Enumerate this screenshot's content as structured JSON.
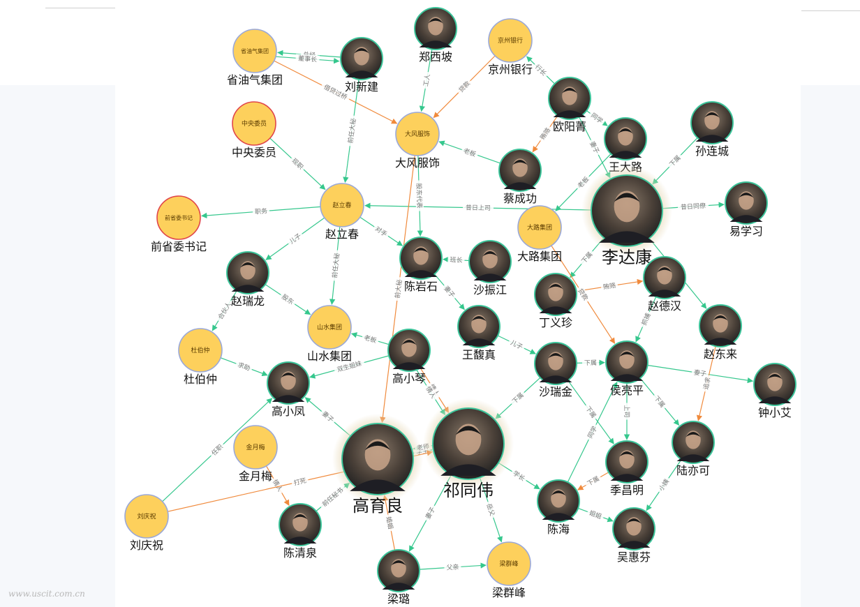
{
  "watermark": "www.uscit.com.cn",
  "colors": {
    "org_fill": "#fdd05c",
    "org_border": "#9aa8d8",
    "org_border_alt": "#e0454a",
    "person_ring": "#3cc49a",
    "person_fill": "#3b3b3b",
    "halo": "#d8c59c",
    "edge_green": "#35c78d",
    "edge_orange": "#f08a3c"
  },
  "nodes": [
    {
      "id": "shengyouqi",
      "label": "省油气集团",
      "kind": "org",
      "inner": "省油气集团"
    },
    {
      "id": "liuxinjian",
      "label": "刘新建",
      "kind": "person"
    },
    {
      "id": "zhengxipo",
      "label": "郑西坡",
      "kind": "person"
    },
    {
      "id": "jingzhou",
      "label": "京州银行",
      "kind": "org",
      "inner": "京州银行"
    },
    {
      "id": "ouyangqing",
      "label": "欧阳菁",
      "kind": "person"
    },
    {
      "id": "sunliancheng",
      "label": "孙连城",
      "kind": "person"
    },
    {
      "id": "zhongyang",
      "label": "中央委员",
      "kind": "org",
      "inner": "中央委员",
      "alt": true
    },
    {
      "id": "dafeng",
      "label": "大风服饰",
      "kind": "org",
      "inner": "大风服饰"
    },
    {
      "id": "caichenggong",
      "label": "蔡成功",
      "kind": "person"
    },
    {
      "id": "wangdalu",
      "label": "王大路",
      "kind": "person"
    },
    {
      "id": "yixuexi",
      "label": "易学习",
      "kind": "person"
    },
    {
      "id": "qiansheng",
      "label": "前省委书记",
      "kind": "org",
      "inner": "前省委书记",
      "alt": true
    },
    {
      "id": "zhaolichun",
      "label": "赵立春",
      "kind": "org",
      "inner": "赵立春"
    },
    {
      "id": "dalu",
      "label": "大路集团",
      "kind": "org",
      "inner": "大路集团"
    },
    {
      "id": "lidakang",
      "label": "李达康",
      "kind": "person",
      "big": true
    },
    {
      "id": "zhaoruilong",
      "label": "赵瑞龙",
      "kind": "person"
    },
    {
      "id": "chenyanshi",
      "label": "陈岩石",
      "kind": "person"
    },
    {
      "id": "shazhenjiang",
      "label": "沙振江",
      "kind": "person"
    },
    {
      "id": "dingyizhen",
      "label": "丁义珍",
      "kind": "person"
    },
    {
      "id": "zhaodehan",
      "label": "赵德汉",
      "kind": "person"
    },
    {
      "id": "shanshui",
      "label": "山水集团",
      "kind": "org",
      "inner": "山水集团"
    },
    {
      "id": "wangfuzhen",
      "label": "王馥真",
      "kind": "person"
    },
    {
      "id": "zhaodonglai",
      "label": "赵东来",
      "kind": "person"
    },
    {
      "id": "duboz",
      "label": "杜伯仲",
      "kind": "org",
      "inner": "杜伯仲"
    },
    {
      "id": "gaoxiaoqin",
      "label": "高小琴",
      "kind": "person"
    },
    {
      "id": "gaoxiaofeng",
      "label": "高小凤",
      "kind": "person"
    },
    {
      "id": "sharuijin",
      "label": "沙瑞金",
      "kind": "person"
    },
    {
      "id": "houliangping",
      "label": "侯亮平",
      "kind": "person"
    },
    {
      "id": "zhongxiaoai",
      "label": "钟小艾",
      "kind": "person"
    },
    {
      "id": "jinyuemei",
      "label": "金月梅",
      "kind": "org",
      "inner": "金月梅"
    },
    {
      "id": "gaoyuliang",
      "label": "高育良",
      "kind": "person",
      "big": true
    },
    {
      "id": "qitongwei",
      "label": "祁同伟",
      "kind": "person",
      "big": true
    },
    {
      "id": "luyike",
      "label": "陆亦可",
      "kind": "person"
    },
    {
      "id": "jichangming",
      "label": "季昌明",
      "kind": "person"
    },
    {
      "id": "liuqingzhu",
      "label": "刘庆祝",
      "kind": "org",
      "inner": "刘庆祝"
    },
    {
      "id": "chenqingquan",
      "label": "陈清泉",
      "kind": "person"
    },
    {
      "id": "chenhai",
      "label": "陈海",
      "kind": "person"
    },
    {
      "id": "wuhuifen",
      "label": "吴惠芬",
      "kind": "person"
    },
    {
      "id": "lianglu",
      "label": "梁璐",
      "kind": "person"
    },
    {
      "id": "liangqunfeng",
      "label": "梁群峰",
      "kind": "org",
      "inner": "梁群峰"
    }
  ],
  "edges": [
    {
      "from": "liuxinjian",
      "to": "shengyouqi",
      "label": "总经",
      "color": "green"
    },
    {
      "from": "shengyouqi",
      "to": "liuxinjian",
      "label": "董事长",
      "color": "green"
    },
    {
      "from": "shengyouqi",
      "to": "dafeng",
      "label": "借贷过桥",
      "color": "orange"
    },
    {
      "from": "liuxinjian",
      "to": "zhaolichun",
      "label": "前任大秘",
      "color": "green"
    },
    {
      "from": "zhengxipo",
      "to": "dafeng",
      "label": "工人",
      "color": "green"
    },
    {
      "from": "jingzhou",
      "to": "dafeng",
      "label": "贷款",
      "color": "orange"
    },
    {
      "from": "ouyangqing",
      "to": "jingzhou",
      "label": "行长",
      "color": "green"
    },
    {
      "from": "ouyangqing",
      "to": "caichenggong",
      "label": "贿赂",
      "color": "orange"
    },
    {
      "from": "ouyangqing",
      "to": "wangdalu",
      "label": "同学",
      "color": "green"
    },
    {
      "from": "caichenggong",
      "to": "dafeng",
      "label": "老板",
      "color": "green"
    },
    {
      "from": "ouyangqing",
      "to": "lidakang",
      "label": "妻子",
      "color": "green"
    },
    {
      "from": "sunliancheng",
      "to": "lidakang",
      "label": "下属",
      "color": "green"
    },
    {
      "from": "zhongyang",
      "to": "zhaolichun",
      "label": "现职",
      "color": "green"
    },
    {
      "from": "zhaolichun",
      "to": "qiansheng",
      "label": "职务",
      "color": "green"
    },
    {
      "from": "lidakang",
      "to": "zhaolichun",
      "label": "昔日上司",
      "color": "green"
    },
    {
      "from": "lidakang",
      "to": "yixuexi",
      "label": "昔日同僚",
      "color": "green"
    },
    {
      "from": "wangdalu",
      "to": "dalu",
      "label": "老板",
      "color": "green"
    },
    {
      "from": "zhaolichun",
      "to": "zhaoruilong",
      "label": "儿子",
      "color": "green"
    },
    {
      "from": "zhaolichun",
      "to": "chenyanshi",
      "label": "对手",
      "color": "green"
    },
    {
      "from": "dafeng",
      "to": "chenyanshi",
      "label": "股东代表",
      "color": "green"
    },
    {
      "from": "dafeng",
      "to": "gaoyuliang",
      "label": "前大秘",
      "color": "orange"
    },
    {
      "from": "zhaoruilong",
      "to": "shanshui",
      "label": "股东",
      "color": "green"
    },
    {
      "from": "zhaoruilong",
      "to": "duboz",
      "label": "合伙人",
      "color": "green"
    },
    {
      "from": "shazhenjiang",
      "to": "chenyanshi",
      "label": "班长",
      "color": "green"
    },
    {
      "from": "chenyanshi",
      "to": "wangfuzhen",
      "label": "妻子",
      "color": "green"
    },
    {
      "from": "lidakang",
      "to": "dingyizhen",
      "label": "下属",
      "color": "green"
    },
    {
      "from": "dingyizhen",
      "to": "zhaodehan",
      "label": "贿赂",
      "color": "orange"
    },
    {
      "from": "lidakang",
      "to": "zhaodonglai",
      "label": "下属",
      "color": "green"
    },
    {
      "from": "dalu",
      "to": "houliangping",
      "label": "贷款",
      "color": "orange"
    },
    {
      "from": "zhaolichun",
      "to": "shanshui",
      "label": "前任大秘",
      "color": "green"
    },
    {
      "from": "gaoxiaoqin",
      "to": "shanshui",
      "label": "老板",
      "color": "green"
    },
    {
      "from": "gaoxiaoqin",
      "to": "gaoxiaofeng",
      "label": "双生姐妹",
      "color": "green"
    },
    {
      "from": "duboz",
      "to": "gaoxiaofeng",
      "label": "求助",
      "color": "green"
    },
    {
      "from": "wangfuzhen",
      "to": "sharuijin",
      "label": "儿子",
      "color": "green"
    },
    {
      "from": "zhaodehan",
      "to": "houliangping",
      "label": "抓捕",
      "color": "green"
    },
    {
      "from": "houliangping",
      "to": "zhongxiaoai",
      "label": "妻子",
      "color": "green"
    },
    {
      "from": "zhaodonglai",
      "to": "luyike",
      "label": "追求",
      "color": "orange"
    },
    {
      "from": "sharuijin",
      "to": "houliangping",
      "label": "下属",
      "color": "green"
    },
    {
      "from": "sharuijin",
      "to": "jichangming",
      "label": "下属",
      "color": "green"
    },
    {
      "from": "houliangping",
      "to": "luyike",
      "label": "下属",
      "color": "green"
    },
    {
      "from": "houliangping",
      "to": "jichangming",
      "label": "上司",
      "color": "green"
    },
    {
      "from": "gaoyuliang",
      "to": "gaoxiaofeng",
      "label": "妻子",
      "color": "green"
    },
    {
      "from": "gaoyuliang",
      "to": "qitongwei",
      "label": "学生",
      "color": "green"
    },
    {
      "from": "qitongwei",
      "to": "gaoyuliang",
      "label": "老师",
      "color": "green"
    },
    {
      "from": "gaoxiaoqin",
      "to": "qitongwei",
      "label": "情人",
      "color": "orange"
    },
    {
      "from": "sharuijin",
      "to": "qitongwei",
      "label": "下属",
      "color": "green"
    },
    {
      "from": "qitongwei",
      "to": "chenhai",
      "label": "学长",
      "color": "green"
    },
    {
      "from": "jichangming",
      "to": "chenhai",
      "label": "下属",
      "color": "orange"
    },
    {
      "from": "luyike",
      "to": "wuhuifen",
      "label": "小姨",
      "color": "green"
    },
    {
      "from": "chenhai",
      "to": "wuhuifen",
      "label": "姐姐",
      "color": "green"
    },
    {
      "from": "liuqingzhu",
      "to": "gaoxiaofeng",
      "label": "任职",
      "color": "green"
    },
    {
      "from": "jinyuemei",
      "to": "chenqingquan",
      "label": "情人",
      "color": "orange"
    },
    {
      "from": "chenqingquan",
      "to": "gaoyuliang",
      "label": "前任秘书",
      "color": "green"
    },
    {
      "from": "liuqingzhu",
      "to": "qitongwei",
      "label": "打死",
      "color": "orange"
    },
    {
      "from": "qitongwei",
      "to": "lianglu",
      "label": "妻子",
      "color": "green"
    },
    {
      "from": "lianglu",
      "to": "gaoyuliang",
      "label": "婚姻",
      "color": "orange"
    },
    {
      "from": "lianglu",
      "to": "liangqunfeng",
      "label": "父亲",
      "color": "green"
    },
    {
      "from": "qitongwei",
      "to": "liangqunfeng",
      "label": "岳父",
      "color": "green"
    },
    {
      "from": "chenhai",
      "to": "houliangping",
      "label": "同学",
      "color": "green"
    },
    {
      "from": "gaoxiaoqin",
      "to": "qitongwei",
      "label": "情人",
      "color": "green"
    }
  ]
}
